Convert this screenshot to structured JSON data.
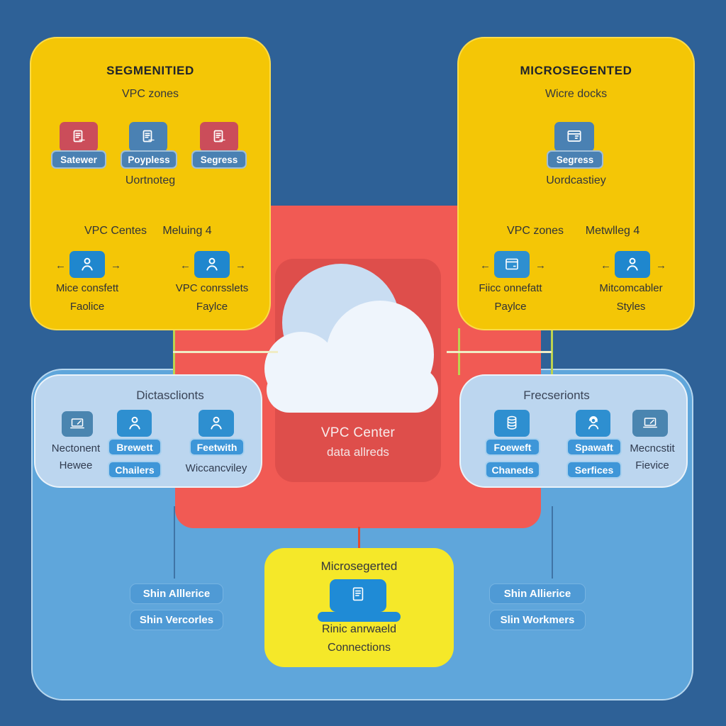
{
  "colors": {
    "background": "#2E6197",
    "gold_panel": "#F4C606",
    "red_square": "#F15A54",
    "inner_red_panel": "#DE4E4B",
    "big_blue_panel": "#5FA6DB",
    "light_blue_panel": "#BCD6EF",
    "bright_blue_tile": "#1F87CE",
    "steel_blue": "#4A81B3",
    "crimson_tile": "#CB4D5A",
    "light_panel_button": "#3E96D8",
    "bottom_yellow": "#F5E829",
    "bottom_button_blue": "#4F9AD5",
    "connector_green": "#BCD34F",
    "connector_pale": "#F0ECC5",
    "connector_red": "#E04B33"
  },
  "top_left_panel": {
    "title": "SEGMENITIED",
    "subtitle": "VPC zones",
    "tiles": [
      {
        "label": "Satewer"
      },
      {
        "label": "Poypless"
      },
      {
        "label": "Segress"
      }
    ],
    "caption": "Uortnoteg",
    "heading_left": "VPC Centes",
    "heading_right": "Meluing 4",
    "items": [
      {
        "line1": "Mice consfett",
        "line2": "Faolice"
      },
      {
        "line1": "VPC conrsslets",
        "line2": "Faylce"
      }
    ]
  },
  "top_right_panel": {
    "title": "MICROSEGENTED",
    "subtitle": "Wicre docks",
    "tile_label": "Segress",
    "caption": "Uordcastiey",
    "heading_left": "VPC zones",
    "heading_right": "Metwlleg 4",
    "items": [
      {
        "line1": "Fiicc onnefatt",
        "line2": "Paylce"
      },
      {
        "line1": "Mitcomcabler",
        "line2": "Styles"
      }
    ]
  },
  "center_panel": {
    "line1": "VPC Center",
    "line2": "data allreds"
  },
  "left_panel": {
    "title": "Dictasclionts",
    "items": [
      {
        "line1": "Nectonent",
        "line2": "Hewee"
      },
      {
        "button1": "Brewett",
        "button2": "Chailers"
      },
      {
        "button1": "Feetwith",
        "label": "Wiccancviley"
      }
    ]
  },
  "right_panel": {
    "title": "Frecserionts",
    "items": [
      {
        "button1": "Foeweft",
        "button2": "Chaneds"
      },
      {
        "button1": "Spawaft",
        "button2": "Serfices"
      },
      {
        "line1": "Mecncstit",
        "line2": "Fievice"
      }
    ]
  },
  "bottom_panel": {
    "title": "Microsegerted",
    "line1": "Rinic anrwaeld",
    "line2": "Connections"
  },
  "bottom_left_buttons": [
    {
      "label": "Shin Alllerice"
    },
    {
      "label": "Shin Vercorles"
    }
  ],
  "bottom_right_buttons": [
    {
      "label": "Shin Allierice"
    },
    {
      "label": "Slin Workmers"
    }
  ],
  "arrows": {
    "left": "←",
    "right": "→"
  },
  "icons": {
    "document": "document-icon",
    "window": "window-icon",
    "person": "person-icon",
    "laptop": "laptop-icon",
    "database": "database-icon",
    "support_person": "support-person-icon",
    "laptop_document": "laptop-document-icon"
  }
}
